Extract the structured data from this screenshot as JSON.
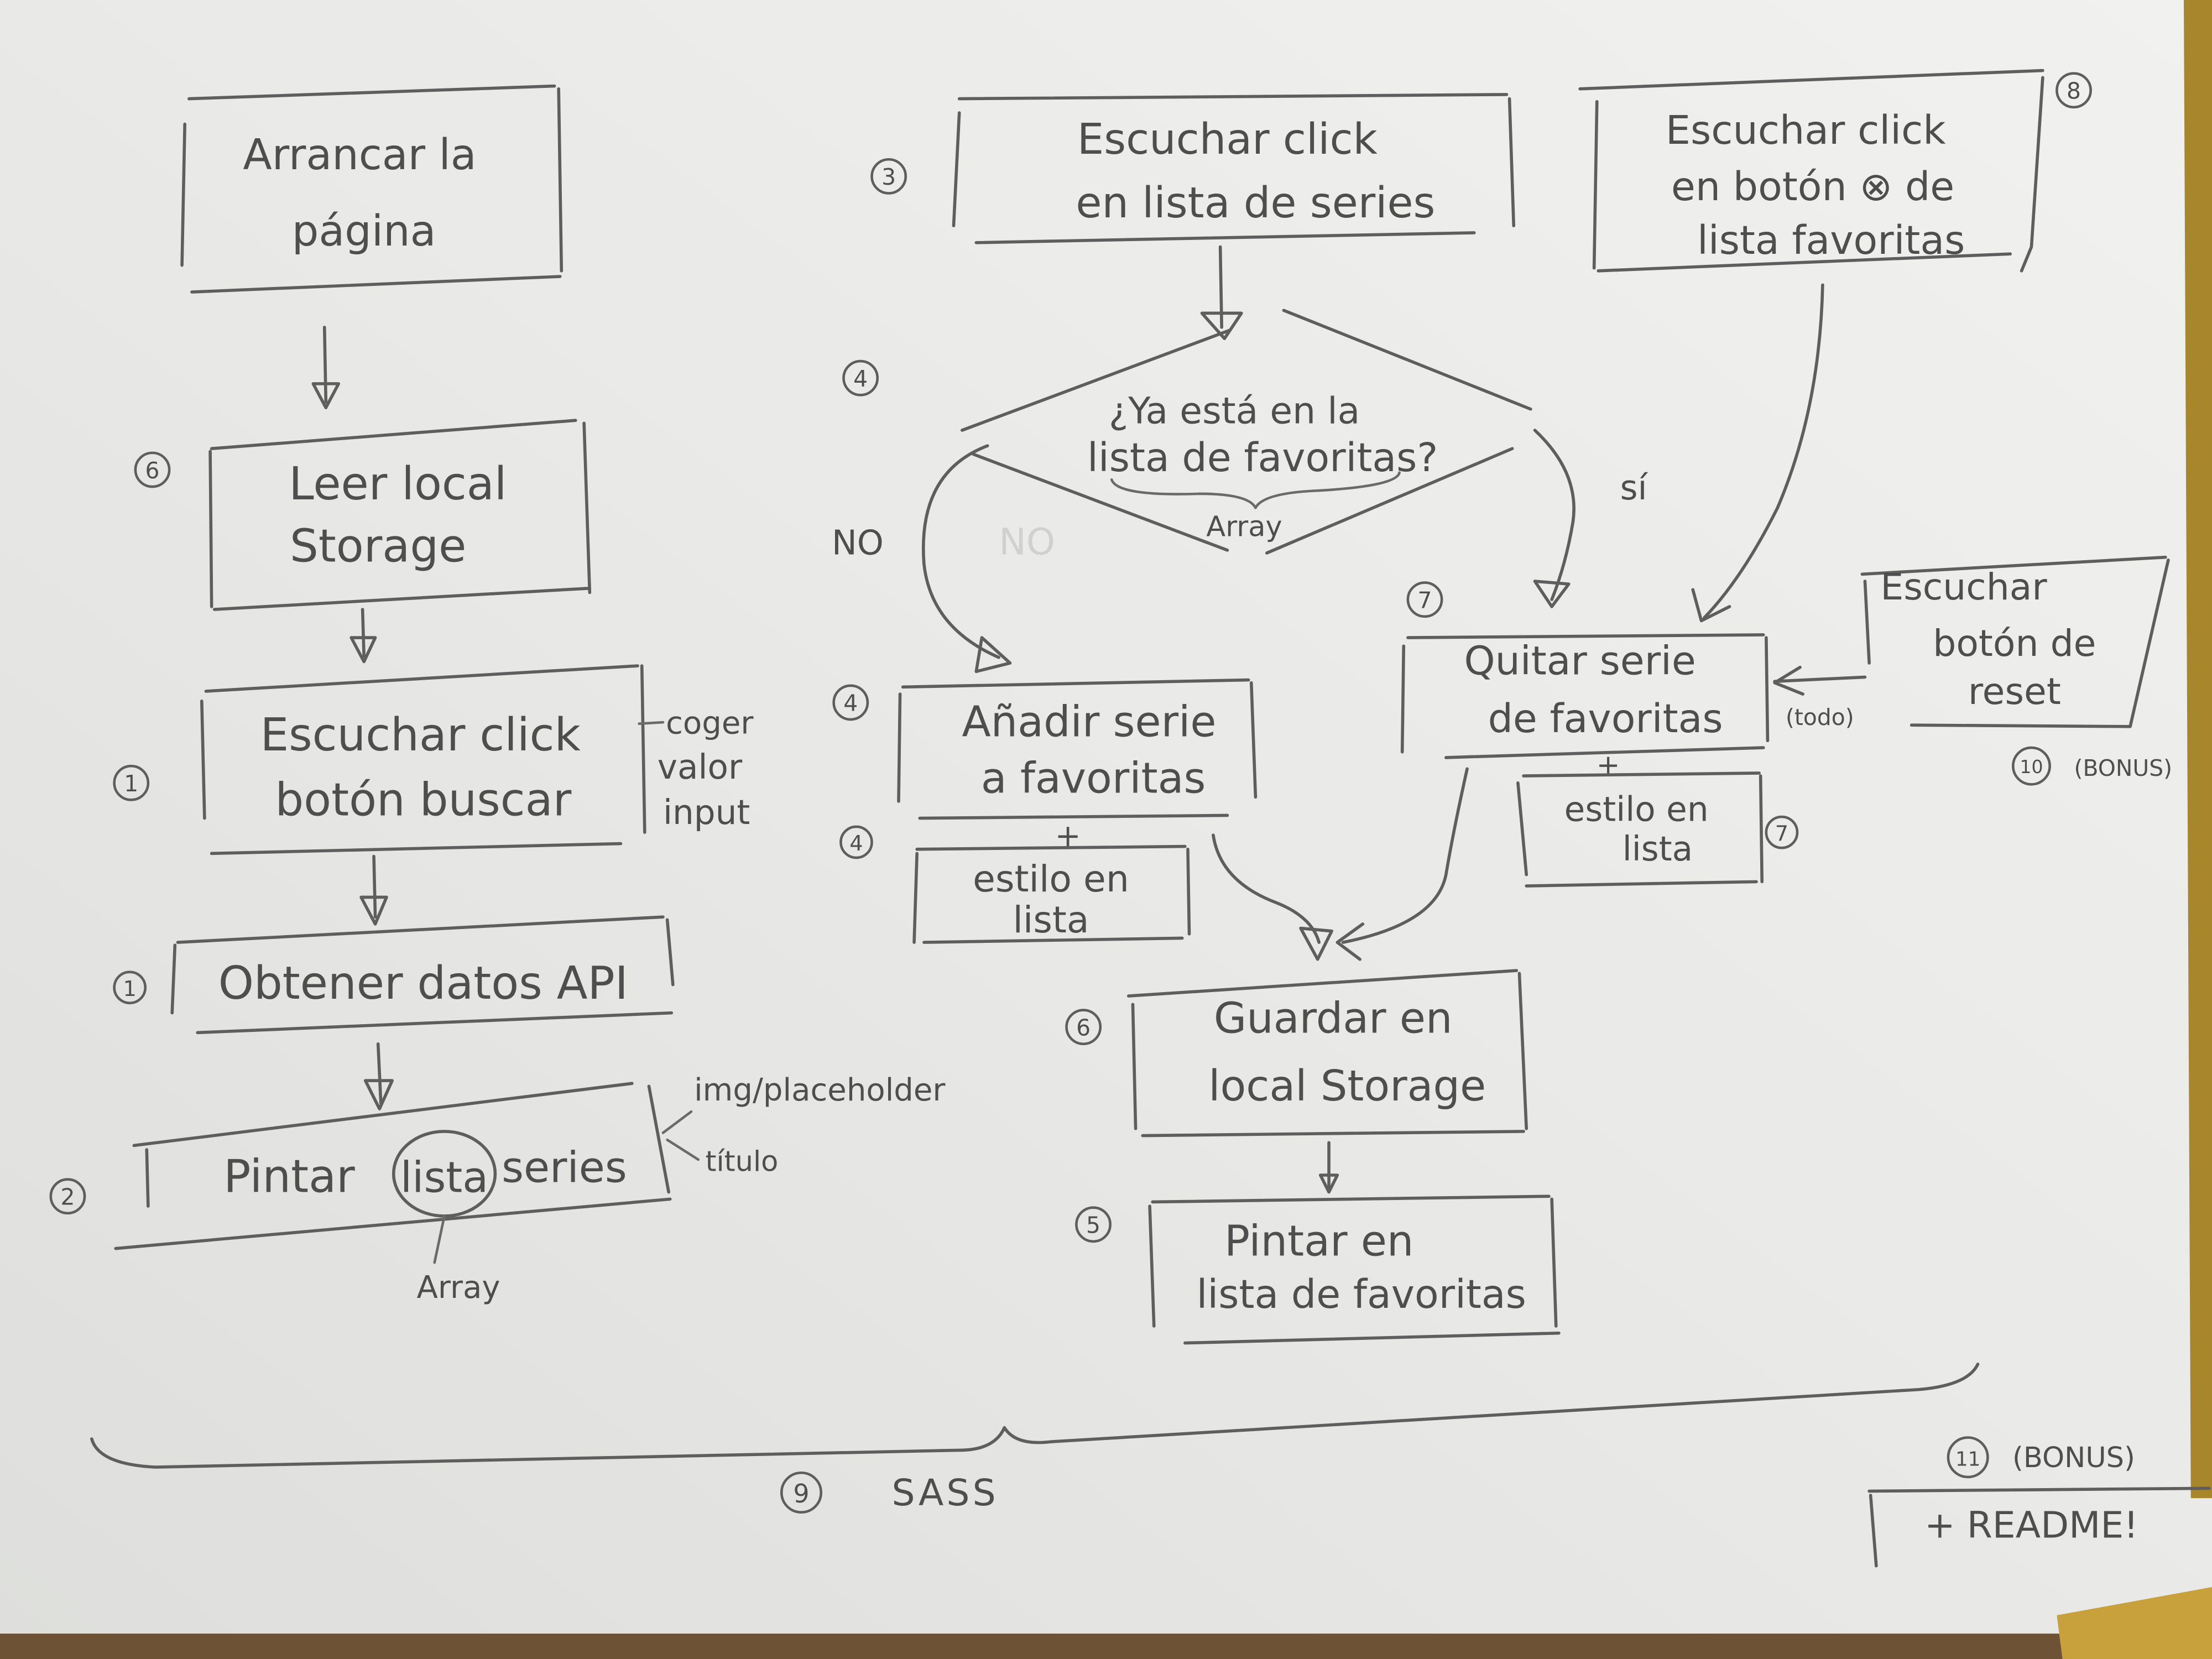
{
  "colors": {
    "paper": "#ebebe9",
    "pencil": "#575757",
    "desk_edge": "#a8862c"
  },
  "start": {
    "lines": [
      "Arrancar la",
      "página"
    ]
  },
  "read_storage": {
    "step": "6",
    "lines": [
      "Leer local",
      "Storage"
    ]
  },
  "search_click": {
    "step": "1",
    "lines": [
      "Escuchar click",
      "botón buscar"
    ],
    "note": [
      "coger",
      "valor",
      "input"
    ]
  },
  "fetch_api": {
    "step": "1",
    "label": "Obtener datos API"
  },
  "paint_list": {
    "step": "2",
    "parts": [
      "Pintar",
      "lista",
      "series"
    ],
    "array_note": "Array",
    "side_notes": [
      "img/placeholder",
      "título"
    ]
  },
  "list_click": {
    "step": "3",
    "lines": [
      "Escuchar click",
      "en lista de series"
    ]
  },
  "decision": {
    "step": "4",
    "lines": [
      "¿Ya está en la",
      "lista de favoritas?"
    ],
    "array_note": "Array",
    "no_label": "NO",
    "no_erased": "NO",
    "yes_label": "sí"
  },
  "add_fav": {
    "step": "4",
    "lines": [
      "Añadir serie",
      "a favoritas"
    ],
    "plus": "+",
    "style_step": "4",
    "style_lines": [
      "estilo en",
      "lista"
    ]
  },
  "save_storage": {
    "step": "6",
    "lines": [
      "Guardar en",
      "local Storage"
    ]
  },
  "paint_favs": {
    "step": "5",
    "lines": [
      "Pintar en",
      "lista de favoritas"
    ]
  },
  "remove_click": {
    "step": "8",
    "lines": [
      "Escuchar click",
      "en botón ⊗ de",
      "lista favoritas"
    ]
  },
  "remove_fav": {
    "step": "7",
    "lines": [
      "Quitar serie",
      "de favoritas"
    ],
    "plus": "+",
    "style_step": "7",
    "style_lines": [
      "estilo en",
      "lista"
    ]
  },
  "reset": {
    "lines": [
      "Escuchar",
      "botón de",
      "reset"
    ],
    "edge_label": "(todo)",
    "step": "10",
    "bonus": "(BONUS)"
  },
  "sass": {
    "step": "9",
    "label": "SASS"
  },
  "readme": {
    "step": "11",
    "bonus": "(BONUS)",
    "label": "+ README!"
  }
}
